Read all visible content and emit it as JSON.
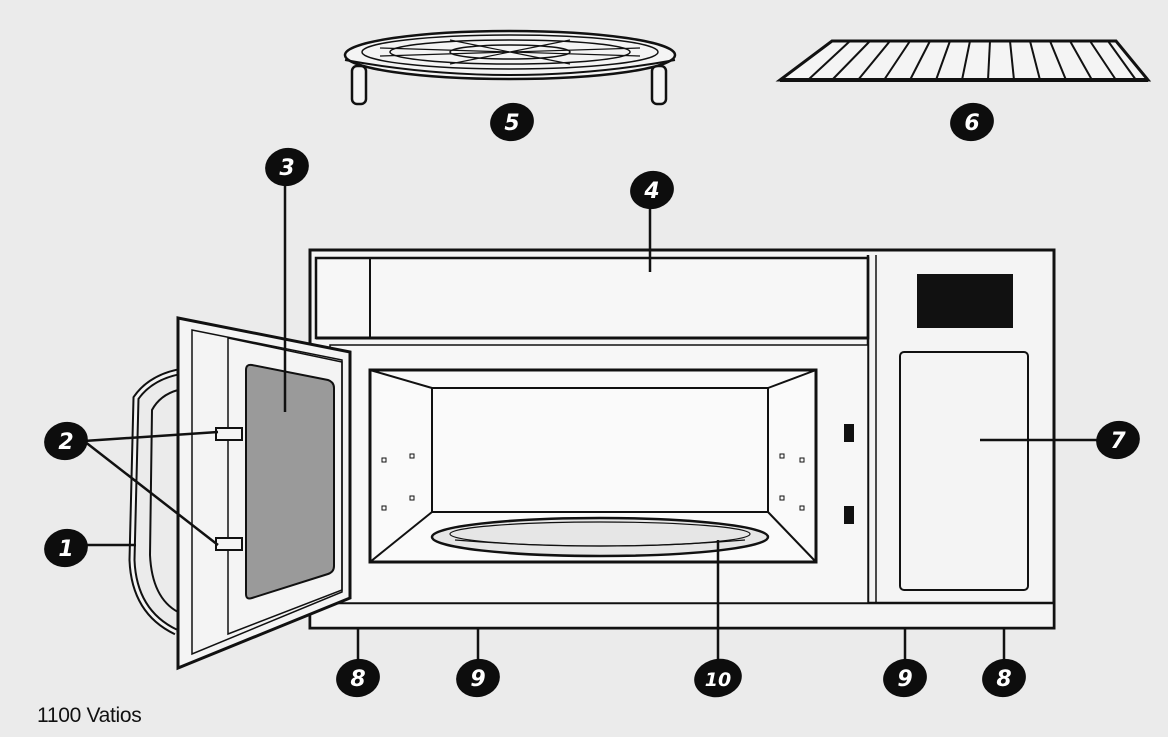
{
  "caption": "1100 Vatios",
  "callouts": [
    {
      "id": "1",
      "text": "1"
    },
    {
      "id": "2",
      "text": "2"
    },
    {
      "id": "3",
      "text": "3"
    },
    {
      "id": "4",
      "text": "4"
    },
    {
      "id": "5",
      "text": "5"
    },
    {
      "id": "6",
      "text": "6"
    },
    {
      "id": "7",
      "text": "7"
    },
    {
      "id": "8a",
      "text": "8"
    },
    {
      "id": "9a",
      "text": "9"
    },
    {
      "id": "10",
      "text": "10"
    },
    {
      "id": "9b",
      "text": "9"
    },
    {
      "id": "8b",
      "text": "8"
    }
  ],
  "colors": {
    "background": "#ebebeb",
    "line": "#111111",
    "glass": "#9a9a9a",
    "display": "#111111",
    "bubble": "#0d0d0d"
  }
}
